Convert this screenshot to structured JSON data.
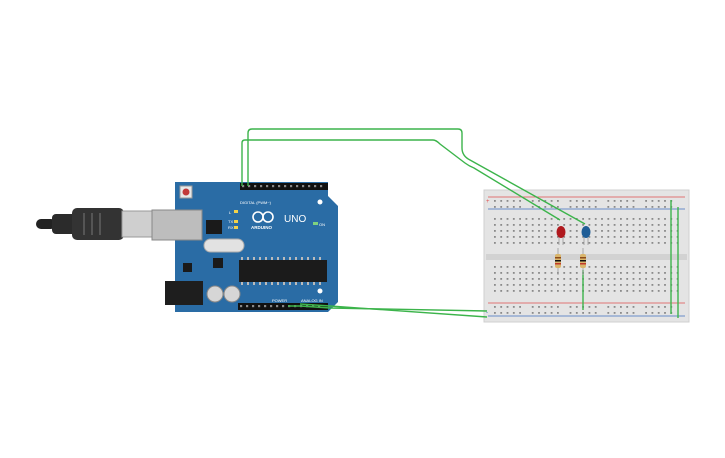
{
  "board": {
    "brand": "ARDUINO",
    "model": "UNO",
    "digital_label": "DIGITAL (PWM~)",
    "power_label": "POWER",
    "analog_label": "ANALOG IN",
    "tx_label": "TX",
    "rx_label": "RX",
    "on_label": "ON",
    "l_label": "L"
  },
  "breadboard": {
    "plus_label": "+",
    "minus_label": "-"
  },
  "colors": {
    "board": "#2a6ca5",
    "wire": "#3cb44b",
    "breadboard": "#e4e4e4",
    "rail_red": "#e05050",
    "rail_blue": "#4070c0",
    "led_red": "#b0191e",
    "led_blue": "#1f5e97"
  }
}
